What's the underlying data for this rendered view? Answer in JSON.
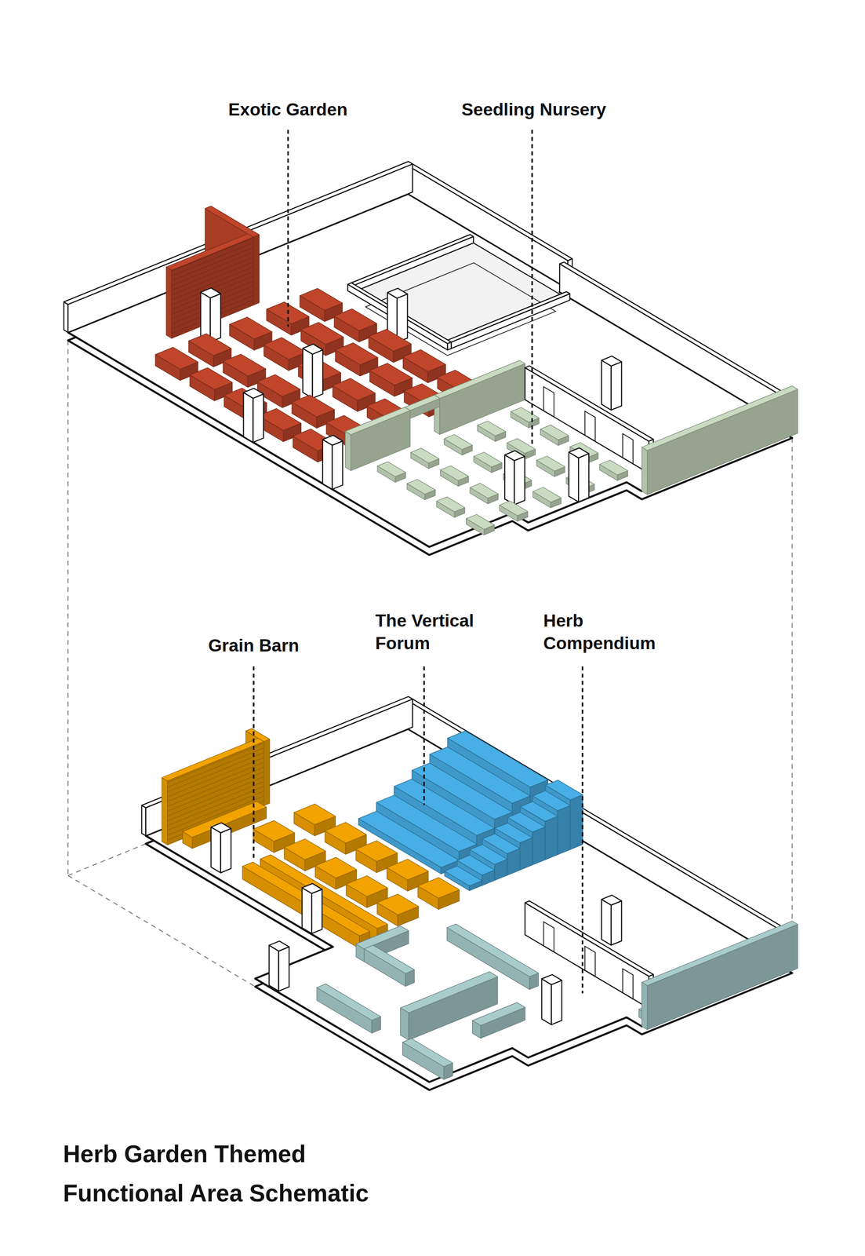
{
  "diagram": {
    "title": "Herb Garden Themed Functional Area Schematic",
    "labels": [
      "Exotic Garden",
      "Seedling Nursery",
      "Grain Barn",
      "The Vertical Forum",
      "Herb Compendium"
    ]
  }
}
